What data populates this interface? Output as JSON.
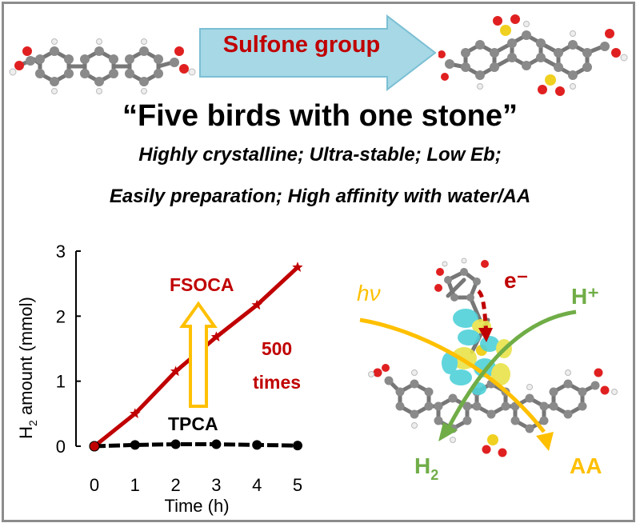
{
  "banner": {
    "label": "Sulfone group"
  },
  "headline": "“Five birds with one stone”",
  "features_line1": "Highly crystalline; Ultra-stable; Low Eb;",
  "features_line2": "Easily preparation; High affinity with water/AA",
  "colors": {
    "fsoca": "#c00000",
    "tpca": "#000000",
    "arrow_fill": "#a6d8e6",
    "arrow_stroke": "#7bbfd4",
    "highlight": "#ffc000",
    "green": "#70ad47"
  },
  "chart_data": {
    "type": "line",
    "xlabel": "Time (h)",
    "ylabel_main": "H",
    "ylabel_sub": "2",
    "ylabel_rest": " amount (mmol)",
    "xlim": [
      0,
      5
    ],
    "ylim": [
      0,
      3
    ],
    "xticks": [
      "0",
      "1",
      "2",
      "3",
      "4",
      "5"
    ],
    "yticks": [
      "0",
      "1",
      "2",
      "3"
    ],
    "series": [
      {
        "name": "FSOCA",
        "x": [
          0,
          1,
          2,
          3,
          4,
          5
        ],
        "y": [
          0,
          0.5,
          1.15,
          1.68,
          2.17,
          2.75
        ]
      },
      {
        "name": "TPCA",
        "x": [
          0,
          1,
          2,
          3,
          4,
          5
        ],
        "y": [
          0,
          0.02,
          0.03,
          0.03,
          0.02,
          0.01
        ]
      }
    ],
    "annotation_line1": "500",
    "annotation_line2": "times"
  },
  "mechanism": {
    "light": "hν",
    "electron": "e⁻",
    "proton": "H⁺",
    "h2_main": "H",
    "h2_sub": "2",
    "aa": "AA"
  }
}
